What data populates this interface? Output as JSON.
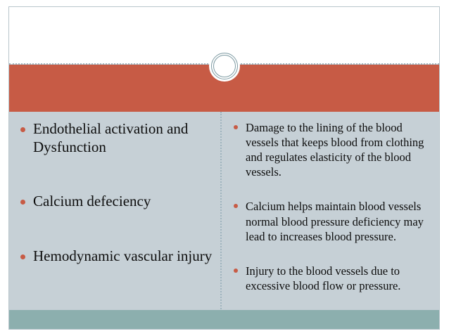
{
  "slide": {
    "theme": {
      "accent_band_color": "#c75b45",
      "bullet_color": "#c75b45",
      "body_background_color": "#c6d0d6",
      "footer_bar_color": "#8cafae",
      "divider_color": "#9fb4be",
      "header_background_color": "#ffffff",
      "text_color": "#0d0d0d"
    },
    "title": "",
    "decor": {
      "ring_icon_name": "decorative-double-ring"
    },
    "left_column": {
      "bullets": [
        {
          "text": "Endothelial activation and Dysfunction"
        },
        {
          "text": " Calcium defeciency"
        },
        {
          "text": "Hemodynamic vascular injury"
        }
      ]
    },
    "right_column": {
      "bullets": [
        {
          "text": "Damage to the lining of the blood vessels that keeps blood from clothing and regulates elasticity of the blood vessels."
        },
        {
          "text": "Calcium helps maintain blood vessels normal blood pressure deficiency may lead to increases blood pressure."
        },
        {
          "text": "Injury to the blood vessels due to excessive blood flow or pressure."
        }
      ]
    }
  }
}
